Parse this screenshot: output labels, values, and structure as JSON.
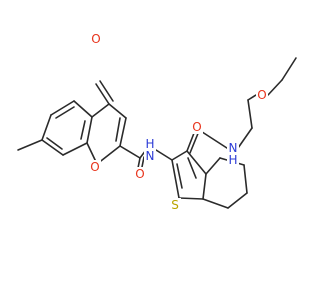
{
  "molecule": {
    "colors": {
      "bond": "#2b2b2b",
      "O": "#e8341c",
      "N": "#2c3bd6",
      "S": "#b8a400",
      "C": "#2b2b2b"
    },
    "atoms": [
      {
        "id": "a1",
        "label": "O",
        "element": "O"
      },
      {
        "id": "a2",
        "label": "O",
        "element": "O"
      },
      {
        "id": "a3",
        "label": "O",
        "element": "O"
      },
      {
        "id": "a4",
        "label": "N",
        "element": "N"
      },
      {
        "id": "a5",
        "label": "H",
        "element": "N"
      },
      {
        "id": "a6",
        "label": "S",
        "element": "S"
      },
      {
        "id": "a7",
        "label": "O",
        "element": "O"
      },
      {
        "id": "a8",
        "label": "N",
        "element": "N"
      },
      {
        "id": "a9",
        "label": "H",
        "element": "N"
      },
      {
        "id": "a10",
        "label": "O",
        "element": "O"
      }
    ]
  }
}
